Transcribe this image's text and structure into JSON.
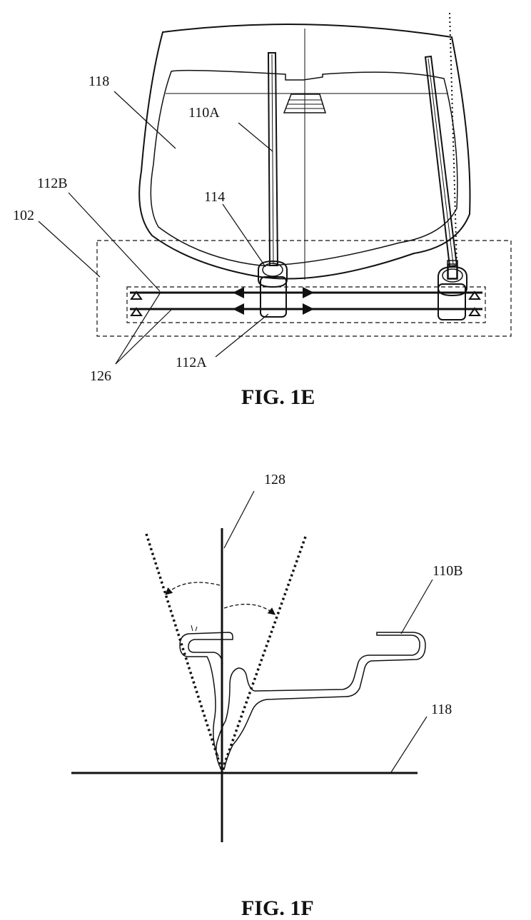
{
  "figure_1e": {
    "caption": "FIG. 1E",
    "labels": {
      "l118": "118",
      "l110a": "110A",
      "l112b": "112B",
      "l102": "102",
      "l114": "114",
      "l112a": "112A",
      "l126": "126"
    }
  },
  "figure_1f": {
    "caption": "FIG. 1F",
    "labels": {
      "l128": "128",
      "l110b": "110B",
      "l118": "118"
    }
  }
}
